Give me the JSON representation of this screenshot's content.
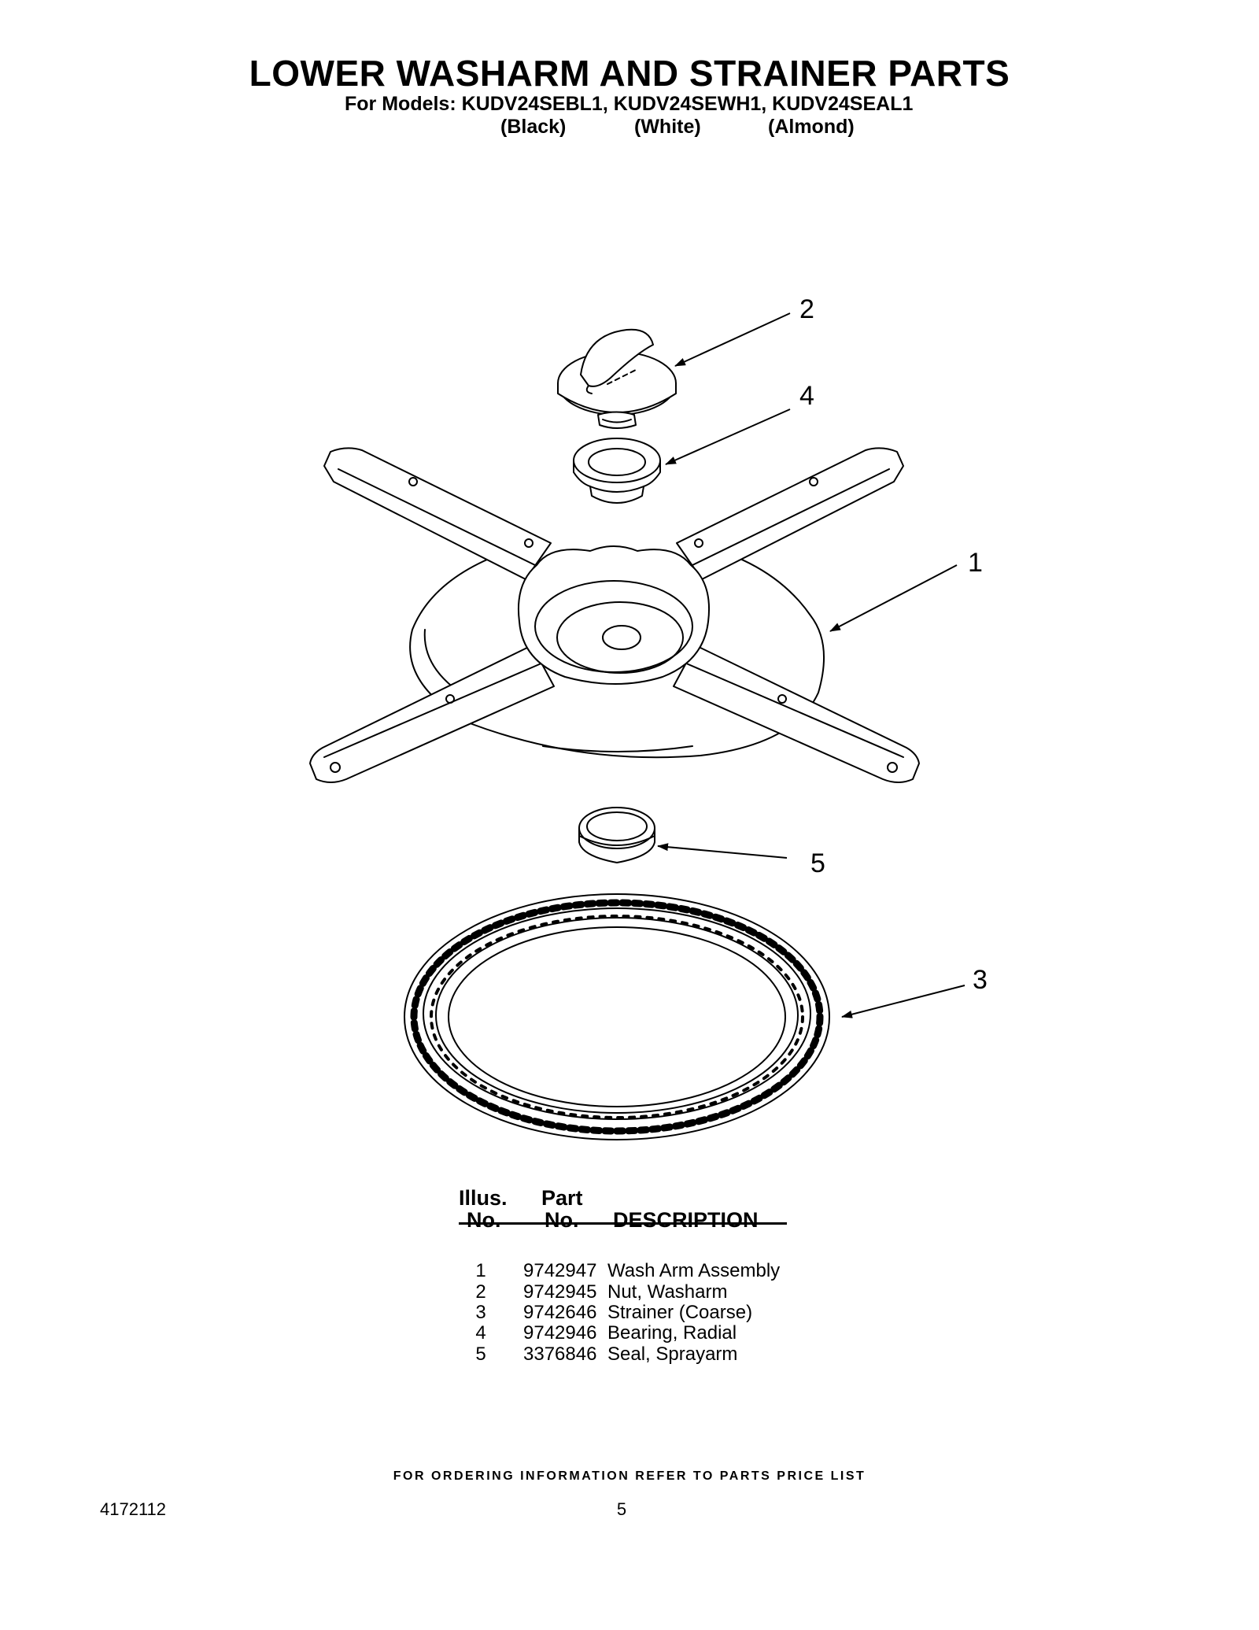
{
  "header": {
    "title": "LOWER WASHARM AND STRAINER PARTS",
    "models_line": "For Models: KUDV24SEBL1, KUDV24SEWH1, KUDV24SEAL1",
    "colors": [
      "(Black)",
      "(White)",
      "(Almond)"
    ]
  },
  "diagram": {
    "callouts": [
      "2",
      "4",
      "1",
      "5",
      "3"
    ]
  },
  "parts_table": {
    "headers": {
      "illus_top": "Illus.",
      "illus_bottom": "No.",
      "part_top": "Part",
      "part_bottom": "No.",
      "description": "DESCRIPTION"
    },
    "rows": [
      {
        "illus": "1",
        "part": "9742947",
        "description": "Wash Arm Assembly"
      },
      {
        "illus": "2",
        "part": "9742945",
        "description": "Nut, Washarm"
      },
      {
        "illus": "3",
        "part": "9742646",
        "description": "Strainer (Coarse)"
      },
      {
        "illus": "4",
        "part": "9742946",
        "description": "Bearing, Radial"
      },
      {
        "illus": "5",
        "part": "3376846",
        "description": "Seal, Sprayarm"
      }
    ]
  },
  "footer": {
    "ordering_note": "FOR ORDERING INFORMATION REFER TO PARTS PRICE LIST",
    "doc_number": "4172112",
    "page_number": "5"
  }
}
